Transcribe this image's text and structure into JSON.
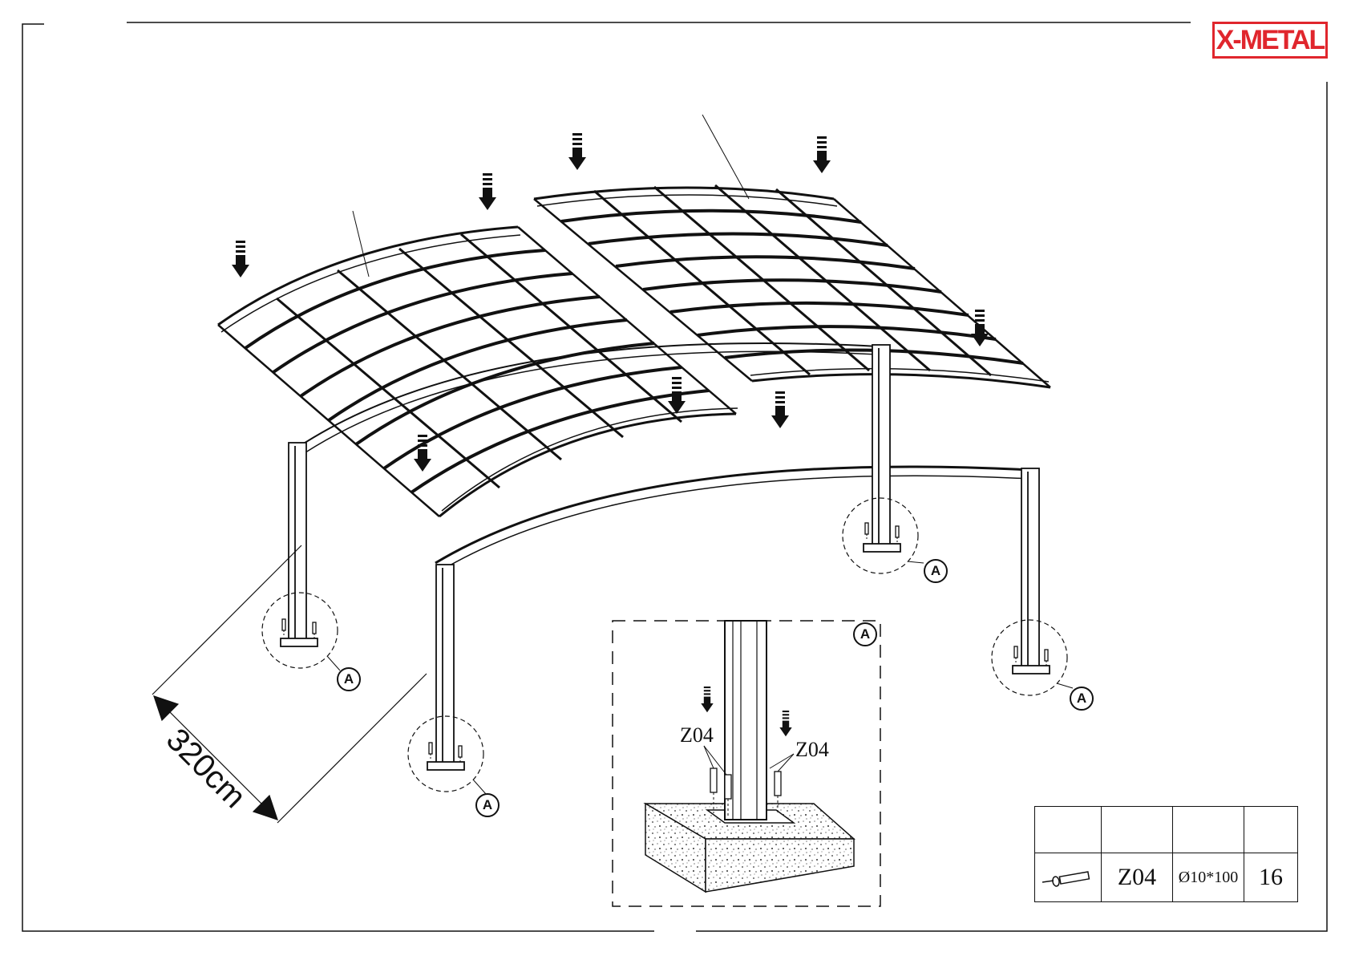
{
  "brand": {
    "logo_text": "X-METAL",
    "color": "#e0262d"
  },
  "dimension": {
    "label": "320cm"
  },
  "detail": {
    "callout": "A",
    "left_label": "Z04",
    "right_label": "Z04"
  },
  "callouts": [
    "A",
    "A",
    "A",
    "A"
  ],
  "parts_table": {
    "headers": [
      "",
      "",
      "",
      ""
    ],
    "rows": [
      {
        "icon": "expansion-bolt-icon",
        "code": "Z04",
        "size": "Ø10*100",
        "qty": "16"
      }
    ]
  }
}
